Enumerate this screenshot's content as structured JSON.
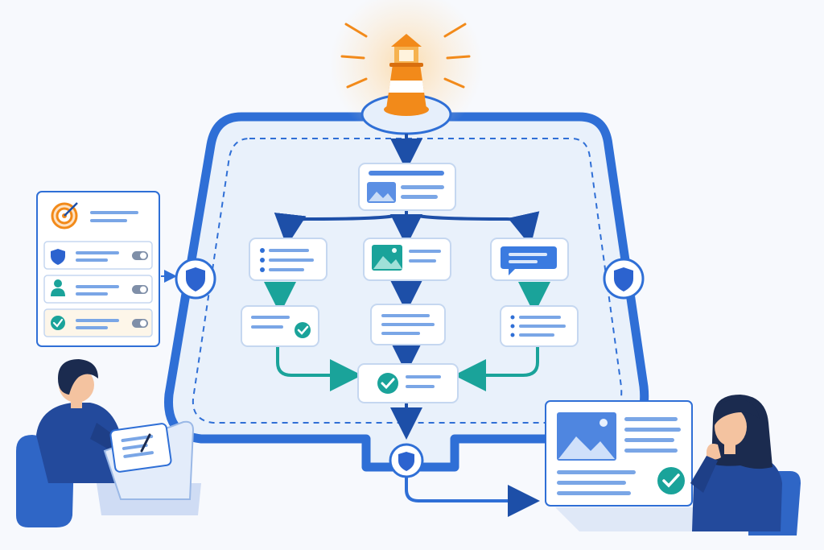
{
  "colors": {
    "background": "#f7f9fd",
    "frame_blue": "#2f6fd6",
    "frame_fill": "#e9f1fb",
    "navy": "#1d3f8f",
    "card_white": "#ffffff",
    "card_border": "#c5d7f0",
    "placeholder_line": "#7aa6e6",
    "teal": "#1aa39a",
    "teal_arrow": "#21a59b",
    "lighthouse_orange": "#f28a1a",
    "lighthouse_glow": "#fde6c6",
    "shield": "#2c63cf",
    "skin": "#f4c3a0",
    "hair": "#1b2b4f",
    "shirt": "#234a9c",
    "chair": "#2f66c6"
  },
  "diagram": {
    "lighthouse": {
      "icon": "lighthouse-icon"
    },
    "gates": [
      {
        "id": "gate-left",
        "icon": "shield-icon"
      },
      {
        "id": "gate-right",
        "icon": "shield-icon"
      },
      {
        "id": "gate-bottom",
        "icon": "shield-icon"
      }
    ],
    "nodes": [
      {
        "id": "node-source",
        "icon": "image-icon"
      },
      {
        "id": "node-text-list",
        "icon": "list-icon"
      },
      {
        "id": "node-image",
        "icon": "image-icon"
      },
      {
        "id": "node-chat",
        "icon": "chat-bubble-icon"
      },
      {
        "id": "node-checked-left",
        "icon": "check-circle-icon"
      },
      {
        "id": "node-middle",
        "icon": "lines-icon"
      },
      {
        "id": "node-list-right",
        "icon": "list-icon"
      },
      {
        "id": "node-merge",
        "icon": "check-circle-icon"
      }
    ],
    "policy_panel": {
      "header_icon": "target-icon",
      "rows": [
        {
          "icon": "shield-icon",
          "toggle": "on"
        },
        {
          "icon": "user-icon",
          "toggle": "on"
        },
        {
          "icon": "check-circle-icon",
          "toggle": "on"
        }
      ]
    },
    "output_card": {
      "icon": "image-icon",
      "badge": "check-circle-icon"
    },
    "people": [
      {
        "id": "operator",
        "role": "person-with-tablet"
      },
      {
        "id": "reviewer",
        "role": "person-thinking"
      }
    ]
  }
}
